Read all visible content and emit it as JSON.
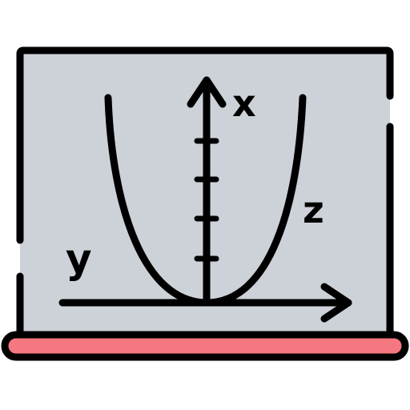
{
  "icon": {
    "name": "parabola-graph-board-icon",
    "labels": {
      "x": "x",
      "y": "y",
      "z": "z"
    },
    "colors": {
      "board_fill": "#cdd1d8",
      "ledge_fill": "#f57880",
      "stroke": "#000000",
      "background": "#ffffff"
    }
  }
}
